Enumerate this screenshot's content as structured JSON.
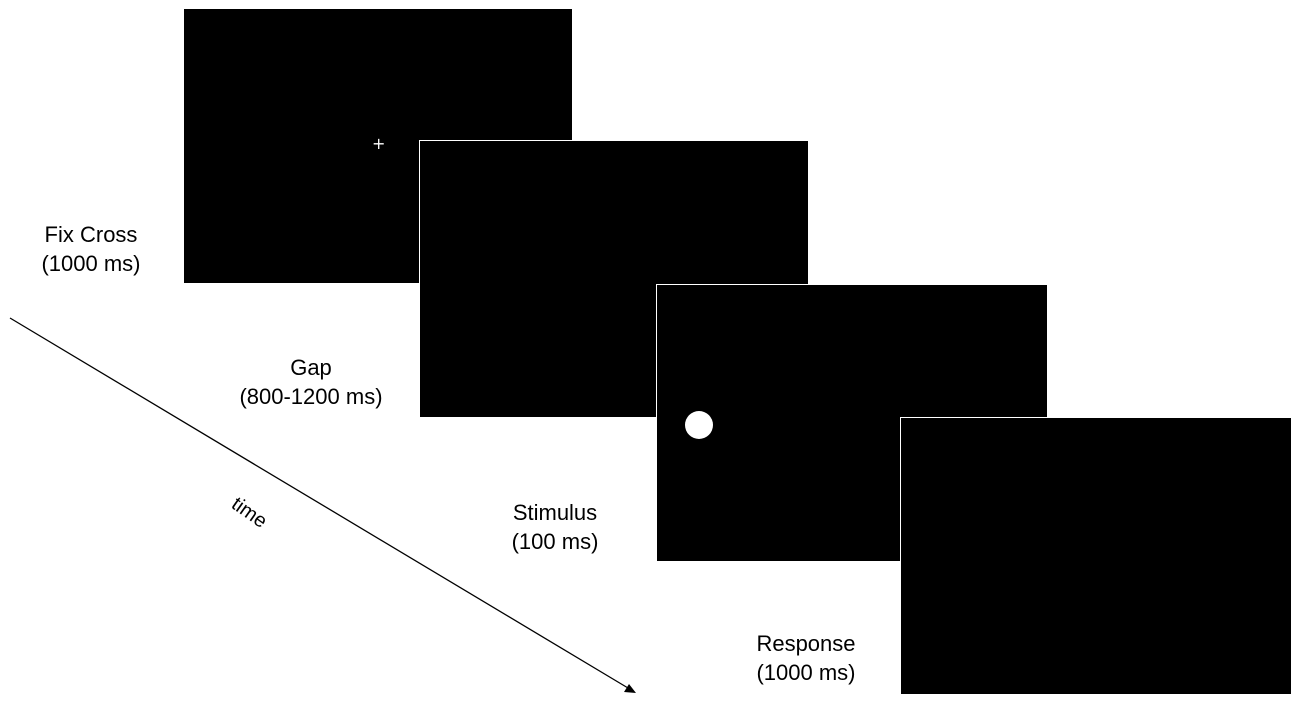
{
  "stages": {
    "fix": {
      "title": "Fix Cross",
      "duration": "(1000 ms)",
      "symbol": "+"
    },
    "gap": {
      "title": "Gap",
      "duration": "(800-1200 ms)"
    },
    "stimulus": {
      "title": "Stimulus",
      "duration": "(100 ms)"
    },
    "response": {
      "title": "Response",
      "duration": "(1000 ms)"
    }
  },
  "axis": {
    "label": "time"
  },
  "colors": {
    "screen": "#000000",
    "stimulus": "#ffffff",
    "background": "#ffffff",
    "text": "#000000"
  }
}
